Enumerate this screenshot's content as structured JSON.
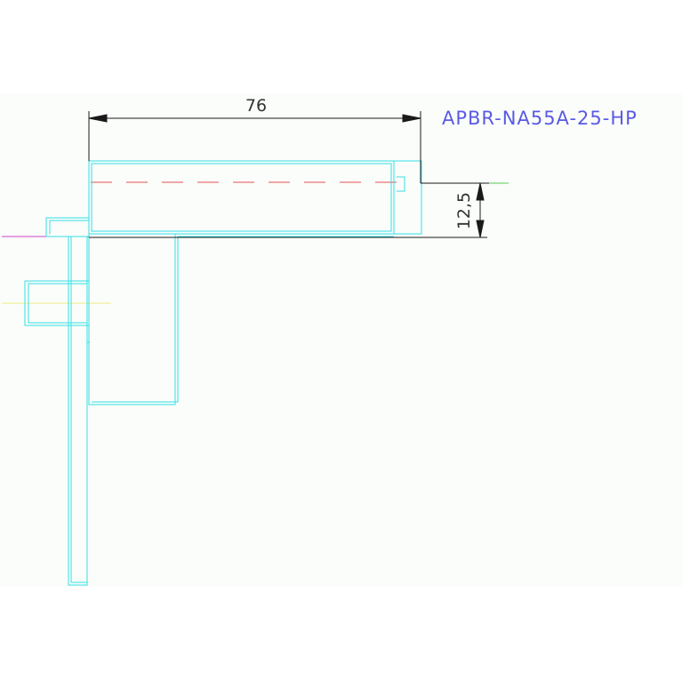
{
  "drawing": {
    "part_label": "APBR-NA55A-25-HP",
    "dim_width": "76",
    "dim_height": "12,5",
    "colors": {
      "background": "#fbfdfa",
      "outline": "#33e0e6",
      "dimension": "#1a1a1a",
      "label": "#5a5ae6",
      "hidden_line": "#e05050",
      "magenta_line": "#cc44cc",
      "yellow_line": "#ecec80",
      "green_line": "#55cc55"
    }
  }
}
